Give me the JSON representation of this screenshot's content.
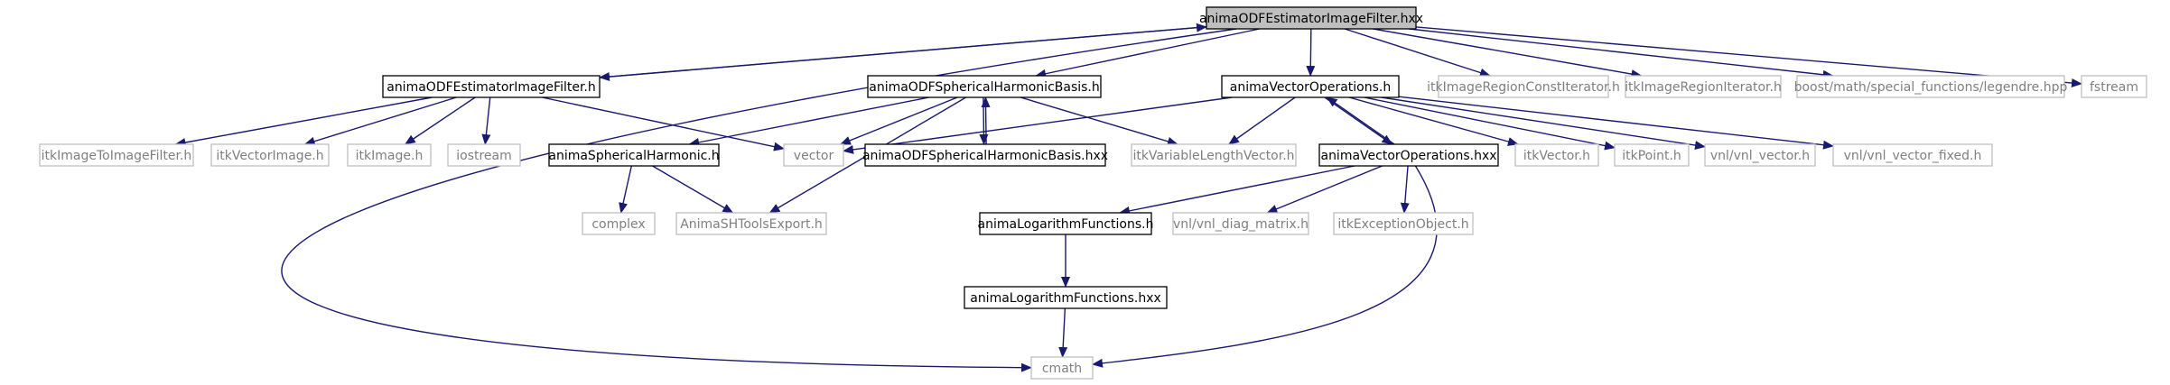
{
  "colors": {
    "edge": "#191970",
    "root_fill": "#bfbfbf",
    "root_border": "#000000",
    "internal_border": "#000000",
    "external_border": "#bfbfbf",
    "external_text": "#7f7f7f",
    "text": "#000000"
  },
  "nodes": [
    {
      "id": "root",
      "label": "animaODFEstimatorImageFilter.hxx",
      "kind": "root"
    },
    {
      "id": "filter_h",
      "label": "animaODFEstimatorImageFilter.h",
      "kind": "internal"
    },
    {
      "id": "shbasis_h",
      "label": "animaODFSphericalHarmonicBasis.h",
      "kind": "internal"
    },
    {
      "id": "vecops_h",
      "label": "animaVectorOperations.h",
      "kind": "internal"
    },
    {
      "id": "itkImageRegionConstIterator",
      "label": "itkImageRegionConstIterator.h",
      "kind": "external"
    },
    {
      "id": "itkImageRegionIterator",
      "label": "itkImageRegionIterator.h",
      "kind": "external"
    },
    {
      "id": "legendre",
      "label": "boost/math/special_functions/legendre.hpp",
      "kind": "external"
    },
    {
      "id": "fstream",
      "label": "fstream",
      "kind": "external"
    },
    {
      "id": "itkImageToImageFilter",
      "label": "itkImageToImageFilter.h",
      "kind": "external"
    },
    {
      "id": "itkVectorImage",
      "label": "itkVectorImage.h",
      "kind": "external"
    },
    {
      "id": "itkImage",
      "label": "itkImage.h",
      "kind": "external"
    },
    {
      "id": "iostream",
      "label": "iostream",
      "kind": "external"
    },
    {
      "id": "vector",
      "label": "vector",
      "kind": "external"
    },
    {
      "id": "sh_h",
      "label": "animaSphericalHarmonic.h",
      "kind": "internal"
    },
    {
      "id": "shbasis_hxx",
      "label": "animaODFSphericalHarmonicBasis.hxx",
      "kind": "internal"
    },
    {
      "id": "itkVariableLengthVector",
      "label": "itkVariableLengthVector.h",
      "kind": "external"
    },
    {
      "id": "vecops_hxx",
      "label": "animaVectorOperations.hxx",
      "kind": "internal"
    },
    {
      "id": "itkVector",
      "label": "itkVector.h",
      "kind": "external"
    },
    {
      "id": "itkPoint",
      "label": "itkPoint.h",
      "kind": "external"
    },
    {
      "id": "vnl_vector",
      "label": "vnl/vnl_vector.h",
      "kind": "external"
    },
    {
      "id": "vnl_vector_fixed",
      "label": "vnl/vnl_vector_fixed.h",
      "kind": "external"
    },
    {
      "id": "complex",
      "label": "complex",
      "kind": "external"
    },
    {
      "id": "export_h",
      "label": "AnimaSHToolsExport.h",
      "kind": "external"
    },
    {
      "id": "logfun_h",
      "label": "animaLogarithmFunctions.h",
      "kind": "internal"
    },
    {
      "id": "vnl_diag_matrix",
      "label": "vnl/vnl_diag_matrix.h",
      "kind": "external"
    },
    {
      "id": "itkExceptionObject",
      "label": "itkExceptionObject.h",
      "kind": "external"
    },
    {
      "id": "logfun_hxx",
      "label": "animaLogarithmFunctions.hxx",
      "kind": "internal"
    },
    {
      "id": "cmath",
      "label": "cmath",
      "kind": "external"
    }
  ],
  "edges": [
    [
      "root",
      "cmath"
    ],
    [
      "root",
      "filter_h"
    ],
    [
      "root",
      "shbasis_h"
    ],
    [
      "root",
      "vecops_h"
    ],
    [
      "root",
      "itkImageRegionConstIterator"
    ],
    [
      "root",
      "itkImageRegionIterator"
    ],
    [
      "root",
      "legendre"
    ],
    [
      "root",
      "fstream"
    ],
    [
      "filter_h",
      "root"
    ],
    [
      "filter_h",
      "itkImageToImageFilter"
    ],
    [
      "filter_h",
      "itkVectorImage"
    ],
    [
      "filter_h",
      "itkImage"
    ],
    [
      "filter_h",
      "iostream"
    ],
    [
      "filter_h",
      "vector"
    ],
    [
      "shbasis_h",
      "sh_h"
    ],
    [
      "shbasis_h",
      "vector"
    ],
    [
      "shbasis_h",
      "export_h"
    ],
    [
      "shbasis_h",
      "shbasis_hxx"
    ],
    [
      "shbasis_h",
      "itkVariableLengthVector"
    ],
    [
      "shbasis_hxx",
      "shbasis_h"
    ],
    [
      "sh_h",
      "complex"
    ],
    [
      "sh_h",
      "export_h"
    ],
    [
      "vecops_h",
      "vector"
    ],
    [
      "vecops_h",
      "itkVariableLengthVector"
    ],
    [
      "vecops_h",
      "vecops_hxx"
    ],
    [
      "vecops_h",
      "itkVector"
    ],
    [
      "vecops_h",
      "itkPoint"
    ],
    [
      "vecops_h",
      "vnl_vector"
    ],
    [
      "vecops_h",
      "vnl_vector_fixed"
    ],
    [
      "vecops_hxx",
      "vecops_h"
    ],
    [
      "vecops_hxx",
      "logfun_h"
    ],
    [
      "vecops_hxx",
      "vnl_diag_matrix"
    ],
    [
      "vecops_hxx",
      "itkExceptionObject"
    ],
    [
      "vecops_hxx",
      "cmath"
    ],
    [
      "logfun_h",
      "logfun_hxx"
    ],
    [
      "logfun_hxx",
      "cmath"
    ]
  ]
}
